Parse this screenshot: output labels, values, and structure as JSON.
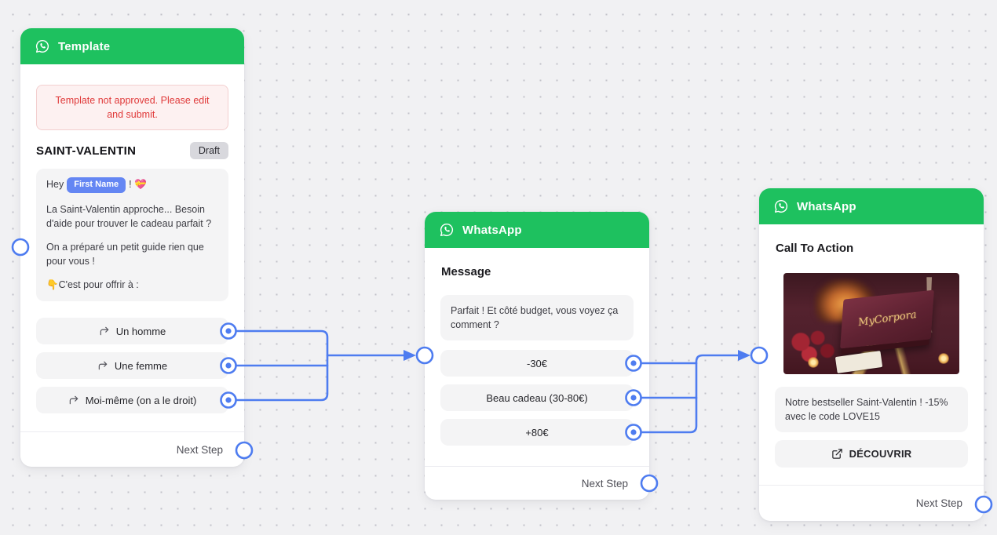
{
  "canvas": {
    "background": "#f1f1f3",
    "grid_dot_color": "#c2c2ca"
  },
  "colors": {
    "header_green": "#1ec15f",
    "connector_blue": "#4e7cf0",
    "error_red": "#e03a3a",
    "variable_chip_blue": "#6486f3"
  },
  "nodes": {
    "template": {
      "header": "Template",
      "error_message": "Template not approved. Please edit and submit.",
      "title": "SAINT-VALENTIN",
      "status_badge": "Draft",
      "message": {
        "greeting_prefix": "Hey",
        "variable_chip": "First Name",
        "greeting_suffix": "! 💝",
        "paragraphs": [
          "La Saint-Valentin approche... Besoin d'aide pour trouver le cadeau parfait ?",
          "On a préparé un petit guide rien que pour vous !",
          "👇C'est pour offrir à :"
        ]
      },
      "buttons": [
        {
          "label": "Un homme"
        },
        {
          "label": "Une femme"
        },
        {
          "label": "Moi-même (on a le droit)"
        }
      ],
      "next_step_label": "Next Step"
    },
    "message": {
      "header": "WhatsApp",
      "section_label": "Message",
      "bubble_text": "Parfait ! Et côté budget, vous voyez ça comment ?",
      "buttons": [
        {
          "label": "-30€"
        },
        {
          "label": "Beau cadeau (30-80€)"
        },
        {
          "label": "+80€"
        }
      ],
      "next_step_label": "Next Step"
    },
    "cta": {
      "header": "WhatsApp",
      "section_label": "Call To Action",
      "image_box_script": "MyCorpora",
      "bubble_text": "Notre bestseller Saint-Valentin ! -15% avec le code LOVE15",
      "cta_button_label": "DÉCOUVRIR",
      "next_step_label": "Next Step"
    }
  }
}
